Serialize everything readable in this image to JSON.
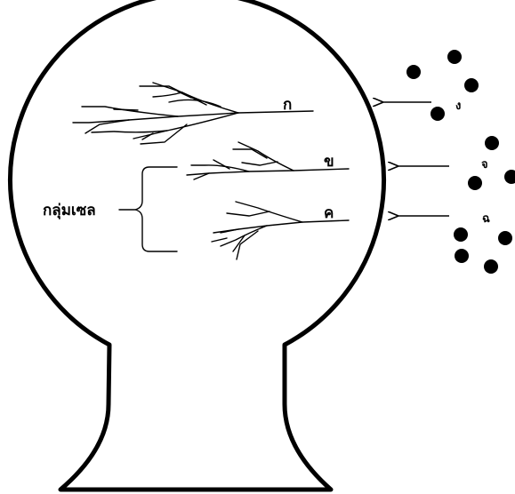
{
  "labels": {
    "neuron_a": "ก",
    "neuron_b": "ข",
    "neuron_c": "ค",
    "signal_d": "ง",
    "signal_e": "จ",
    "signal_f": "ฉ",
    "cell_group": "กลุ่มเซล"
  },
  "colors": {
    "ink": "#000000",
    "background": "#ffffff"
  }
}
